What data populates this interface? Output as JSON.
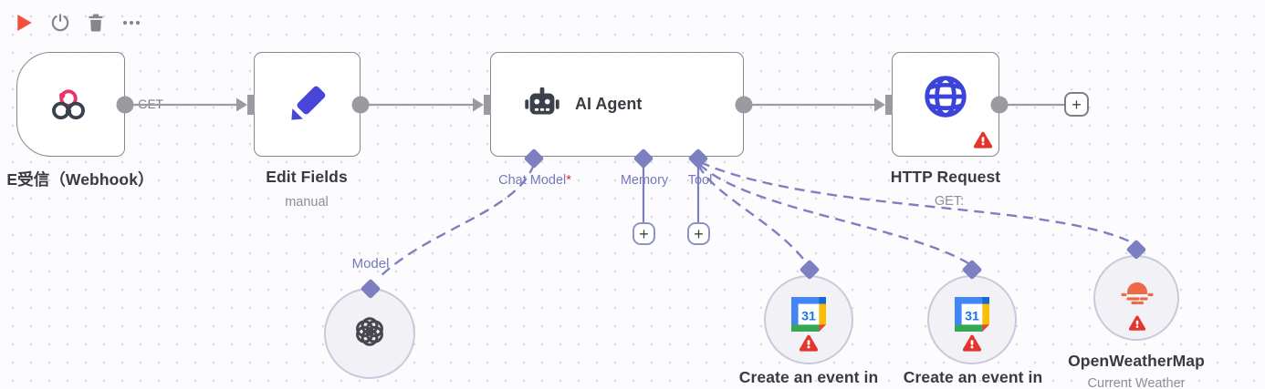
{
  "toolbar": {
    "icons": [
      "play-icon",
      "power-icon",
      "trash-icon",
      "more-icon"
    ]
  },
  "canvas": {
    "plus": "+",
    "connection_labels": {
      "webhook_to_edit": "GET"
    }
  },
  "nodes": {
    "webhook": {
      "label": "E受信（Webhook）",
      "icon": "webhook-icon"
    },
    "edit_fields": {
      "label": "Edit Fields",
      "sublabel": "manual",
      "icon": "pencil-icon"
    },
    "ai_agent": {
      "label": "AI Agent",
      "icon": "robot-icon",
      "connectors": [
        {
          "label": "Chat Model",
          "required_mark": "*"
        },
        {
          "label": "Memory"
        },
        {
          "label": "Tool"
        }
      ]
    },
    "http_request": {
      "label": "HTTP Request",
      "sublabel": "GET:",
      "icon": "globe-icon",
      "has_warning": true
    },
    "model": {
      "connector_label": "Model",
      "icon": "openai-icon"
    },
    "calendar_1": {
      "label": "Create an event in",
      "icon": "google-calendar-icon",
      "icon_text": "31",
      "has_warning": true
    },
    "calendar_2": {
      "label": "Create an event in",
      "icon": "google-calendar-icon",
      "icon_text": "31",
      "has_warning": true
    },
    "openweathermap": {
      "label": "OpenWeatherMap",
      "sublabel": "Current Weather",
      "icon": "sunset-icon",
      "has_warning": true
    }
  },
  "colors": {
    "accent_purple": "#7c80c1",
    "wire_gray": "#9a9aa1",
    "warning_red": "#e2362c",
    "run_button_red": "#f2503a",
    "webhook_pink": "#e9336b",
    "primary_blue": "#4845d9",
    "google_blue": "#4285f4",
    "google_dark_blue": "#1967d2",
    "google_yellow": "#fbbc04",
    "google_green": "#34a853",
    "google_red": "#ea4335"
  }
}
